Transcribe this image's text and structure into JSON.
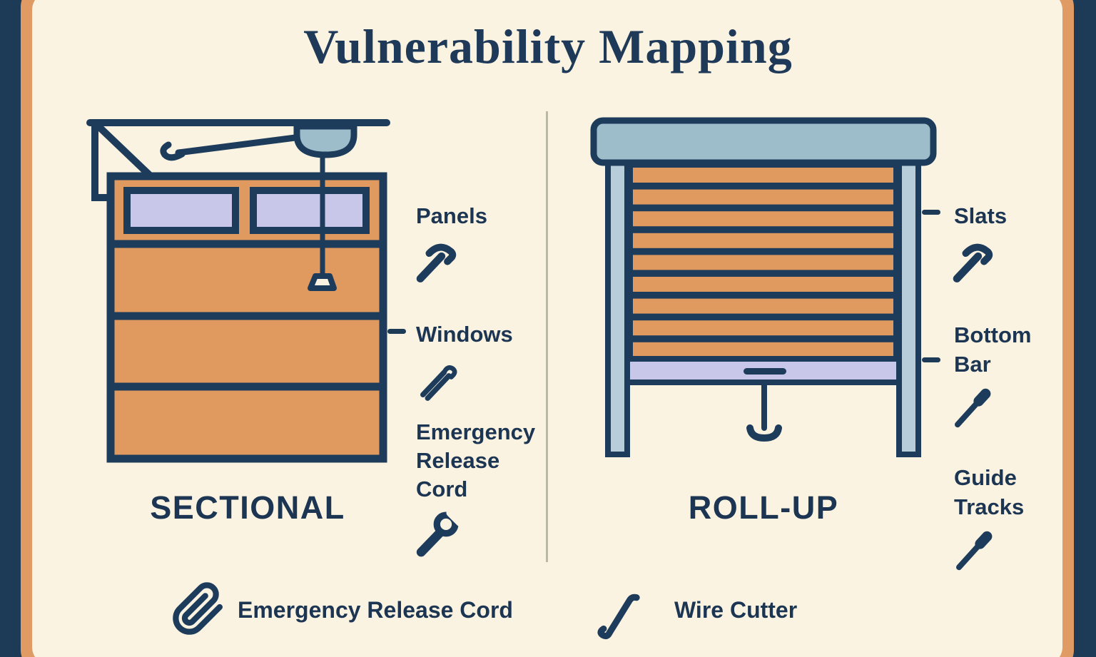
{
  "title": "Vulnerability Mapping",
  "colors": {
    "navy_outline": "#1d3c5c",
    "text_navy": "#1c3553",
    "background_cream": "#fbf3e1",
    "frame_orange": "#df9b63",
    "door_orange": "#e0995e",
    "window_lavender": "#c9c7e9",
    "opener_blue": "#9dbdca",
    "track_blue": "#b7cdd9",
    "divider_gray": "#b9b9a8"
  },
  "sectional": {
    "name": "SECTIONAL",
    "labels": {
      "panels": {
        "text": "Panels",
        "icon": "hammer-icon"
      },
      "windows": {
        "text": "Windows",
        "icon": "pliers-icon"
      },
      "emergency_release_cord": {
        "text": "Emergency Release Cord",
        "icon": "wrench-icon"
      }
    }
  },
  "rollup": {
    "name": "ROLL-UP",
    "labels": {
      "slats": {
        "text": "Slats",
        "icon": "hammer-icon"
      },
      "bottom_bar": {
        "text": "Bottom Bar",
        "icon": "screwdriver-icon"
      },
      "guide_tracks": {
        "text": "Guide Tracks",
        "icon": "screwdriver-icon"
      }
    }
  },
  "legend": {
    "items": [
      {
        "text": "Emergency Release Cord",
        "icon": "paperclip-icon"
      },
      {
        "text": "Wire Cutter",
        "icon": "wire-cutter-icon"
      }
    ]
  }
}
